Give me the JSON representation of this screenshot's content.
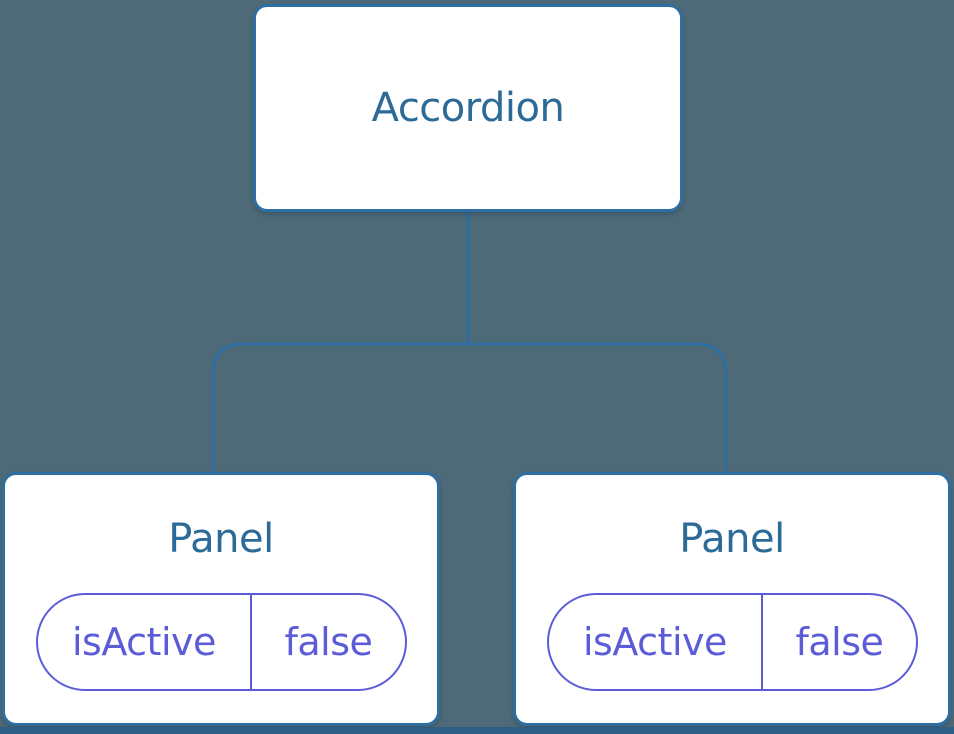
{
  "diagram": {
    "type": "component-tree",
    "root": {
      "label": "Accordion"
    },
    "children": [
      {
        "label": "Panel",
        "props": [
          {
            "name": "isActive",
            "value": "false"
          }
        ]
      },
      {
        "label": "Panel",
        "props": [
          {
            "name": "isActive",
            "value": "false"
          }
        ]
      }
    ]
  },
  "colors": {
    "background": "#4E6A78",
    "node_fill": "#FFFFFF",
    "node_border": "#2F6EA0",
    "node_text": "#2C6B98",
    "prop_accent": "#5C5CD8",
    "bottom_strip": "#2D5F84"
  }
}
